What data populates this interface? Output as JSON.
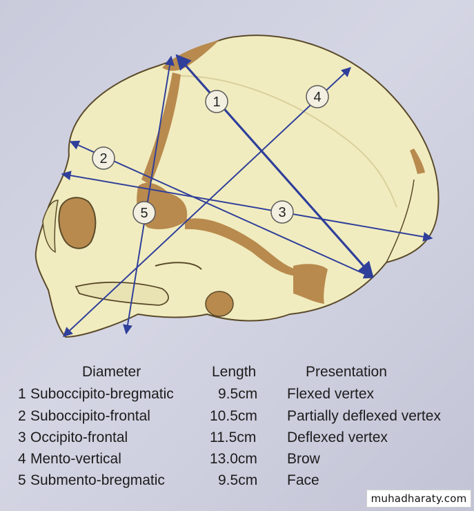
{
  "diagram": {
    "markers": [
      {
        "number": "1"
      },
      {
        "number": "2"
      },
      {
        "number": "3"
      },
      {
        "number": "4"
      },
      {
        "number": "5"
      }
    ]
  },
  "table": {
    "headers": {
      "diameter": "Diameter",
      "length": "Length",
      "presentation": "Presentation"
    },
    "rows": [
      {
        "number": "1",
        "diameter": "Suboccipito-bregmatic",
        "length": "9.5cm",
        "presentation": "Flexed vertex"
      },
      {
        "number": "2",
        "diameter": "Suboccipito-frontal",
        "length": "10.5cm",
        "presentation": "Partially deflexed vertex"
      },
      {
        "number": "3",
        "diameter": "Occipito-frontal",
        "length": "11.5cm",
        "presentation": "Deflexed vertex"
      },
      {
        "number": "4",
        "diameter": "Mento-vertical",
        "length": "13.0cm",
        "presentation": "Brow"
      },
      {
        "number": "5",
        "diameter": "Submento-bregmatic",
        "length": "9.5cm",
        "presentation": "Face"
      }
    ]
  },
  "watermark": "muhadharaty.com",
  "colors": {
    "bone": "#f1ecbf",
    "suture": "#b88a4e",
    "arrow": "#2f3f9a",
    "background": "#cdcfdf"
  }
}
